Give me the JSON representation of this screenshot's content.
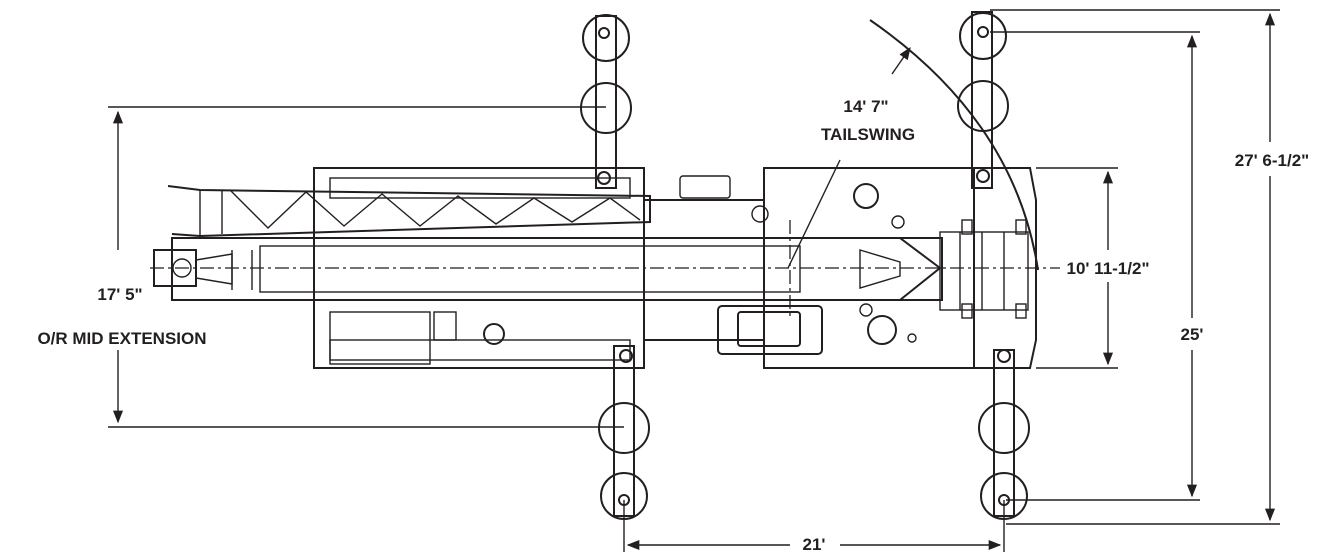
{
  "dimensions": {
    "mid_extension_value": "17' 5\"",
    "mid_extension_caption": "O/R MID EXTENSION",
    "tailswing_value": "14' 7\"",
    "tailswing_caption": "TAILSWING",
    "width_value": "10' 11-1/2\"",
    "outrigger_spread_inner": "25'",
    "outrigger_spread_outer": "27' 6-1/2\"",
    "outrigger_longitudinal": "21'"
  },
  "colors": {
    "ink": "#231f20",
    "paper": "#ffffff"
  }
}
